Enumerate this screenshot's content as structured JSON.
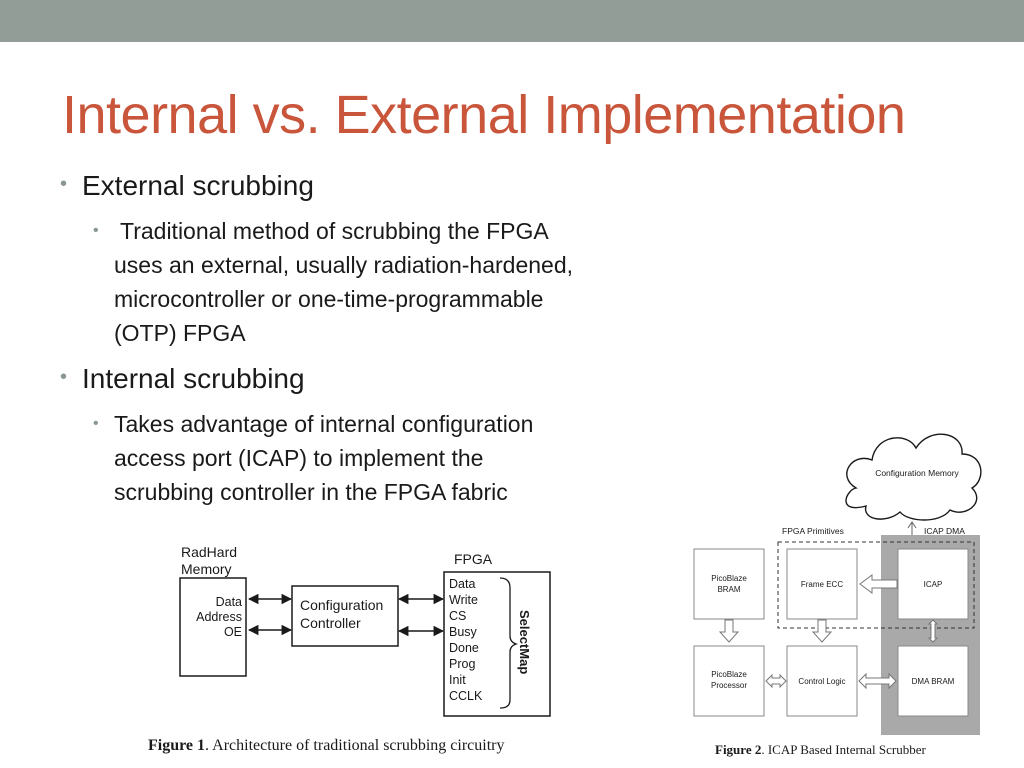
{
  "slide": {
    "title": "Internal vs. External Implementation",
    "accent_color": "#c9553b",
    "band_color": "#939d97"
  },
  "bullets": [
    {
      "label": "External scrubbing",
      "sub": {
        "lines": [
          "Traditional method of scrubbing the FPGA",
          "uses an external, usually radiation-hardened,",
          "microcontroller or one-time-programmable",
          "(OTP) FPGA"
        ]
      }
    },
    {
      "label": "Internal scrubbing",
      "sub": {
        "lines": [
          "Takes advantage of internal configuration",
          "access port  (ICAP) to implement the",
          "scrubbing controller in the FPGA fabric"
        ]
      }
    }
  ],
  "figure1": {
    "radhard_label_line1": "RadHard",
    "radhard_label_line2": "Memory",
    "memory_pins": [
      "Data",
      "Address",
      "OE"
    ],
    "controller_line1": "Configuration",
    "controller_line2": "Controller",
    "fpga_label": "FPGA",
    "fpga_pins": [
      "Data",
      "Write",
      "CS",
      "Busy",
      "Done",
      "Prog",
      "Init",
      "CCLK"
    ],
    "selectmap_label": "SelectMap",
    "caption_label": "Figure 1",
    "caption_text": ".  Architecture of traditional scrubbing circuitry"
  },
  "figure2": {
    "config_memory": "Configuration Memory",
    "icap_dma": "ICAP DMA",
    "fpga_primitives": "FPGA Primitives",
    "picoblaze_bram_line1": "PicoBlaze",
    "picoblaze_bram_line2": "BRAM",
    "frame_ecc": "Frame ECC",
    "icap": "ICAP",
    "picoblaze_proc_line1": "PicoBlaze",
    "picoblaze_proc_line2": "Processor",
    "control_logic": "Control Logic",
    "dma_bram": "DMA BRAM",
    "caption_label": "Figure 2",
    "caption_text": ".  ICAP Based Internal Scrubber"
  }
}
